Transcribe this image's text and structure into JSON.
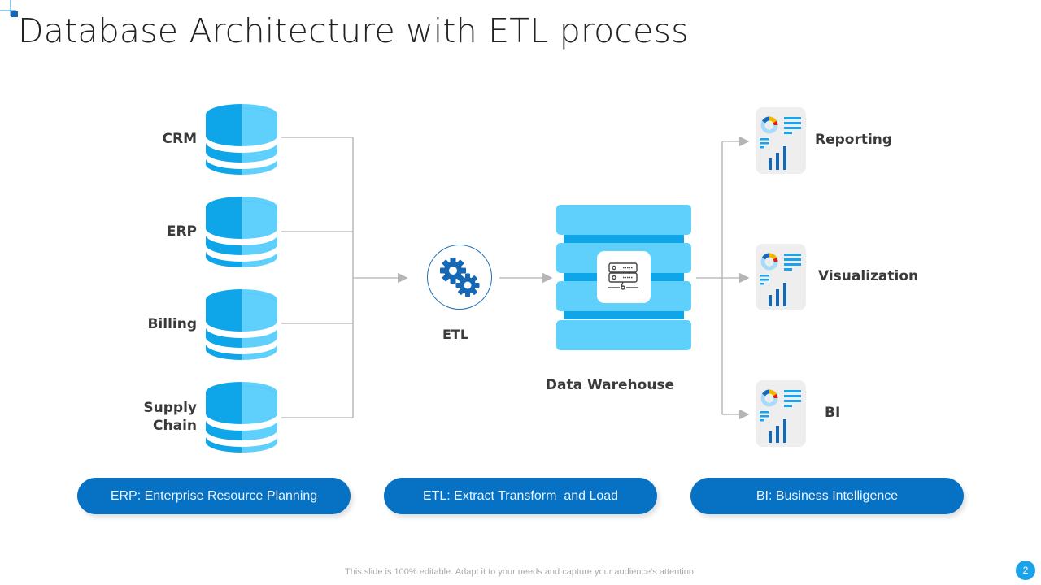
{
  "slide": {
    "title": "Database Architecture with ETL process",
    "page_number": "2",
    "footer": "This slide is 100% editable. Adapt it to your needs and capture your audience's attention."
  },
  "sources": [
    {
      "label_lines": [
        "CRM"
      ],
      "icon": "database-icon"
    },
    {
      "label_lines": [
        "ERP"
      ],
      "icon": "database-icon"
    },
    {
      "label_lines": [
        "Billing"
      ],
      "icon": "database-icon"
    },
    {
      "label_lines": [
        "Supply",
        "Chain"
      ],
      "icon": "database-icon"
    }
  ],
  "etl": {
    "label": "ETL",
    "icon": "gears-icon"
  },
  "warehouse": {
    "label": "Data Warehouse",
    "icon": "server-icon"
  },
  "outputs": [
    {
      "label": "Reporting",
      "icon": "report-dashboard-icon"
    },
    {
      "label": "Visualization",
      "icon": "report-dashboard-icon"
    },
    {
      "label": "BI",
      "icon": "report-dashboard-icon"
    }
  ],
  "legend_pills": [
    {
      "text": "ERP: Enterprise Resource Planning"
    },
    {
      "text": "ETL: Extract Transform  and Load"
    },
    {
      "text": "BI: Business Intelligence"
    }
  ],
  "colors": {
    "db_dark": "#0ea5e9",
    "db_light": "#5fd0fc",
    "pill_blue": "#0771c3",
    "gear_blue": "#1668b7",
    "connector_gray": "#bdbdbd",
    "page_badge": "#1aa3e8"
  }
}
